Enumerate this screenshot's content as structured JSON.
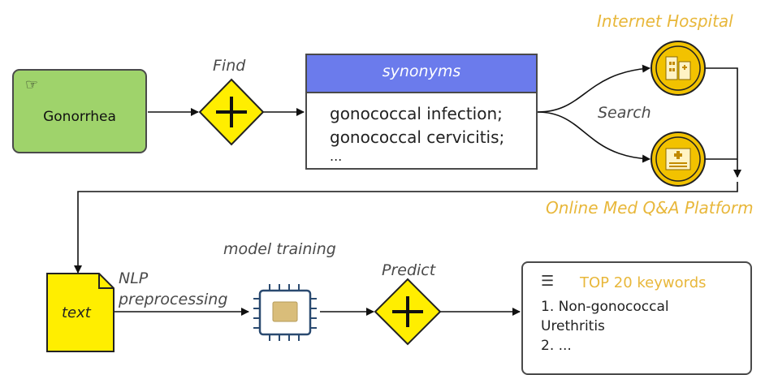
{
  "start": {
    "label": "Gonorrhea",
    "icon": "pointing-hand-icon"
  },
  "edges": {
    "find": "Find",
    "search": "Search",
    "nlp_line1": "NLP",
    "nlp_line2": "preprocessing",
    "model_training": "model training",
    "predict": "Predict"
  },
  "synonyms": {
    "title": "synonyms",
    "items": [
      "gonococcal infection;",
      "gonococcal cervicitis;",
      "..."
    ]
  },
  "sources": {
    "internet_hospital": "Internet Hospital",
    "online_platform": "Online Med Q&A Platform"
  },
  "document": {
    "label": "text"
  },
  "result": {
    "title": "TOP 20 keywords",
    "items": [
      "1. Non-gonococcal",
      "Urethritis",
      "2. ..."
    ]
  },
  "colors": {
    "start_fill": "#9fd36b",
    "gateway_fill": "#ffee00",
    "header_fill": "#6b7bec",
    "source_circle": "#f2c200",
    "source_label": "#e8b73a",
    "document_fill": "#ffee00"
  }
}
